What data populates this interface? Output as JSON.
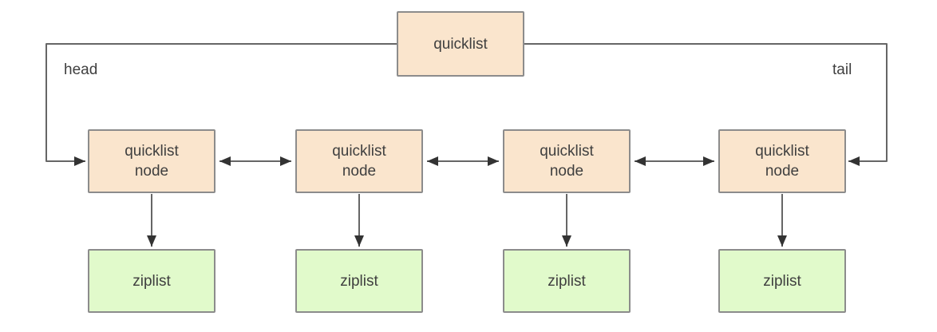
{
  "diagram": {
    "quicklist": {
      "label": "quicklist"
    },
    "head": {
      "label": "head"
    },
    "tail": {
      "label": "tail"
    },
    "nodes": [
      {
        "label": "quicklist\nnode"
      },
      {
        "label": "quicklist\nnode"
      },
      {
        "label": "quicklist\nnode"
      },
      {
        "label": "quicklist\nnode"
      }
    ],
    "ziplists": [
      {
        "label": "ziplist"
      },
      {
        "label": "ziplist"
      },
      {
        "label": "ziplist"
      },
      {
        "label": "ziplist"
      }
    ],
    "colors": {
      "node_fill": "#FAE5CD",
      "ziplist_fill": "#E1FACB",
      "box_border": "#8C8C8C",
      "line": "#666666",
      "arrowhead": "#333333",
      "text": "#3F3F3F",
      "background": "#FFFFFF"
    }
  }
}
